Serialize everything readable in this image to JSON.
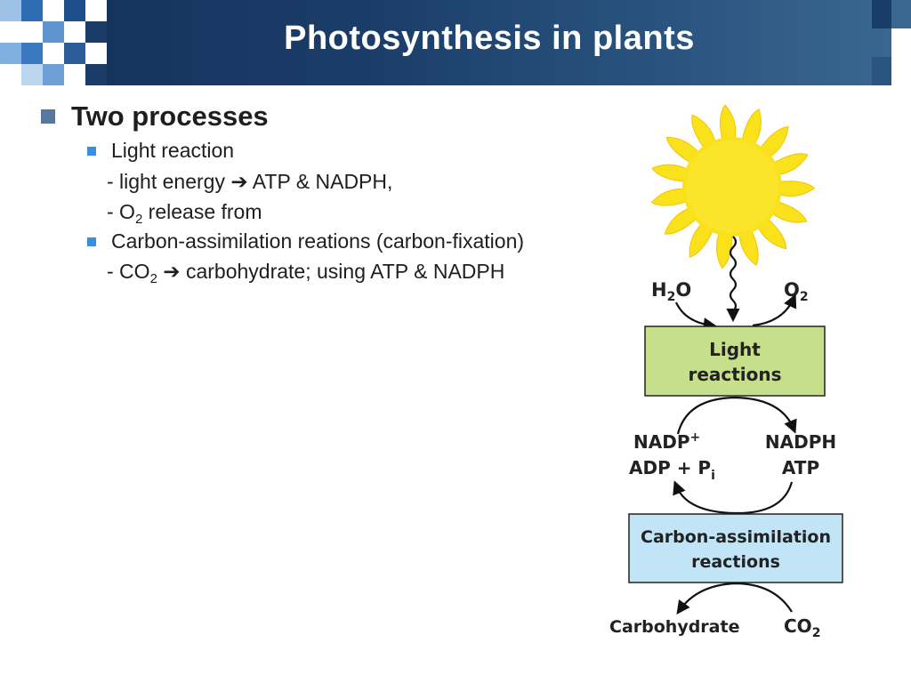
{
  "header": {
    "title": "Photosynthesis in plants"
  },
  "bullets": {
    "main": "Two processes",
    "light_reaction": {
      "label": "Light reaction",
      "line1_prefix": "- light energy",
      "line1_suffix": "ATP & NADPH,",
      "line2_prefix": "- O",
      "line2_sub": "2",
      "line2_suffix": " release from"
    },
    "carbon": {
      "label": "Carbon-assimilation reations (carbon-fixation)",
      "line1_prefix": "- CO",
      "line1_sub": "2",
      "line1_suffix": "carbohydrate; using ATP & NADPH"
    },
    "arrow_glyph": "➔"
  },
  "diagram": {
    "h2o": "H",
    "h2o_sub": "2",
    "h2o_end": "O",
    "o2": "O",
    "o2_sub": "2",
    "light_box_line1": "Light",
    "light_box_line2": "reactions",
    "nadp": "NADP",
    "nadp_sup": "+",
    "adp": "ADP + P",
    "adp_sub": "i",
    "nadph": "NADPH",
    "atp": "ATP",
    "carbon_box_line1": "Carbon-assimilation",
    "carbon_box_line2": "reactions",
    "carbohydrate": "Carbohydrate",
    "co2": "CO",
    "co2_sub": "2",
    "colors": {
      "sun": "#f9e11c",
      "light_box": "#c5df8a",
      "carbon_box": "#c1e4f7",
      "header": "#1a3d68"
    }
  }
}
